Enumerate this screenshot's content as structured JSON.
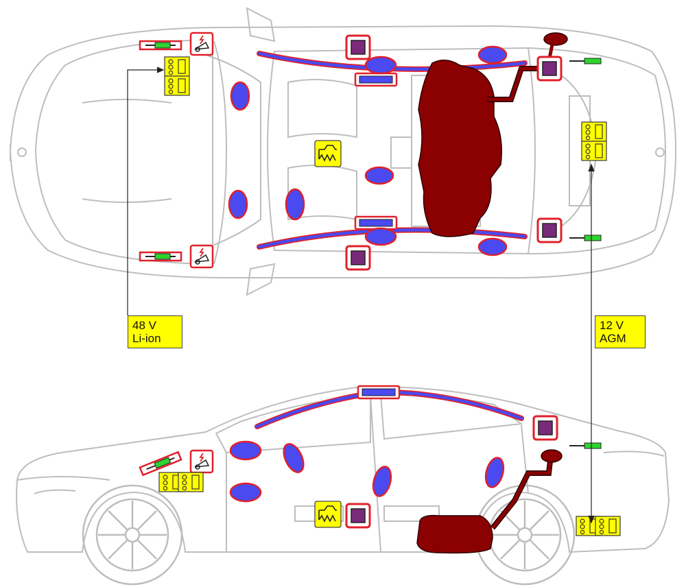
{
  "labels": {
    "battery_48v": {
      "line1": "48 V",
      "line2": "Li-ion"
    },
    "battery_12v": {
      "line1": "12 V",
      "line2": "AGM"
    }
  },
  "colors": {
    "car_outline": "#bdbdbd",
    "battery_yellow": "#ffff00",
    "airbag_blue": "#4a4af0",
    "airbag_border": "#e0202a",
    "fuel_tank": "#8b0000",
    "sensor_purple": "#7a2a7a",
    "gas_spring_green": "#2fd42f",
    "warning_red": "#e0202a"
  },
  "icons": [
    "battery-icon",
    "gas-generator-icon",
    "pedestrian-protection-icon",
    "seat-pretensioner-icon"
  ]
}
